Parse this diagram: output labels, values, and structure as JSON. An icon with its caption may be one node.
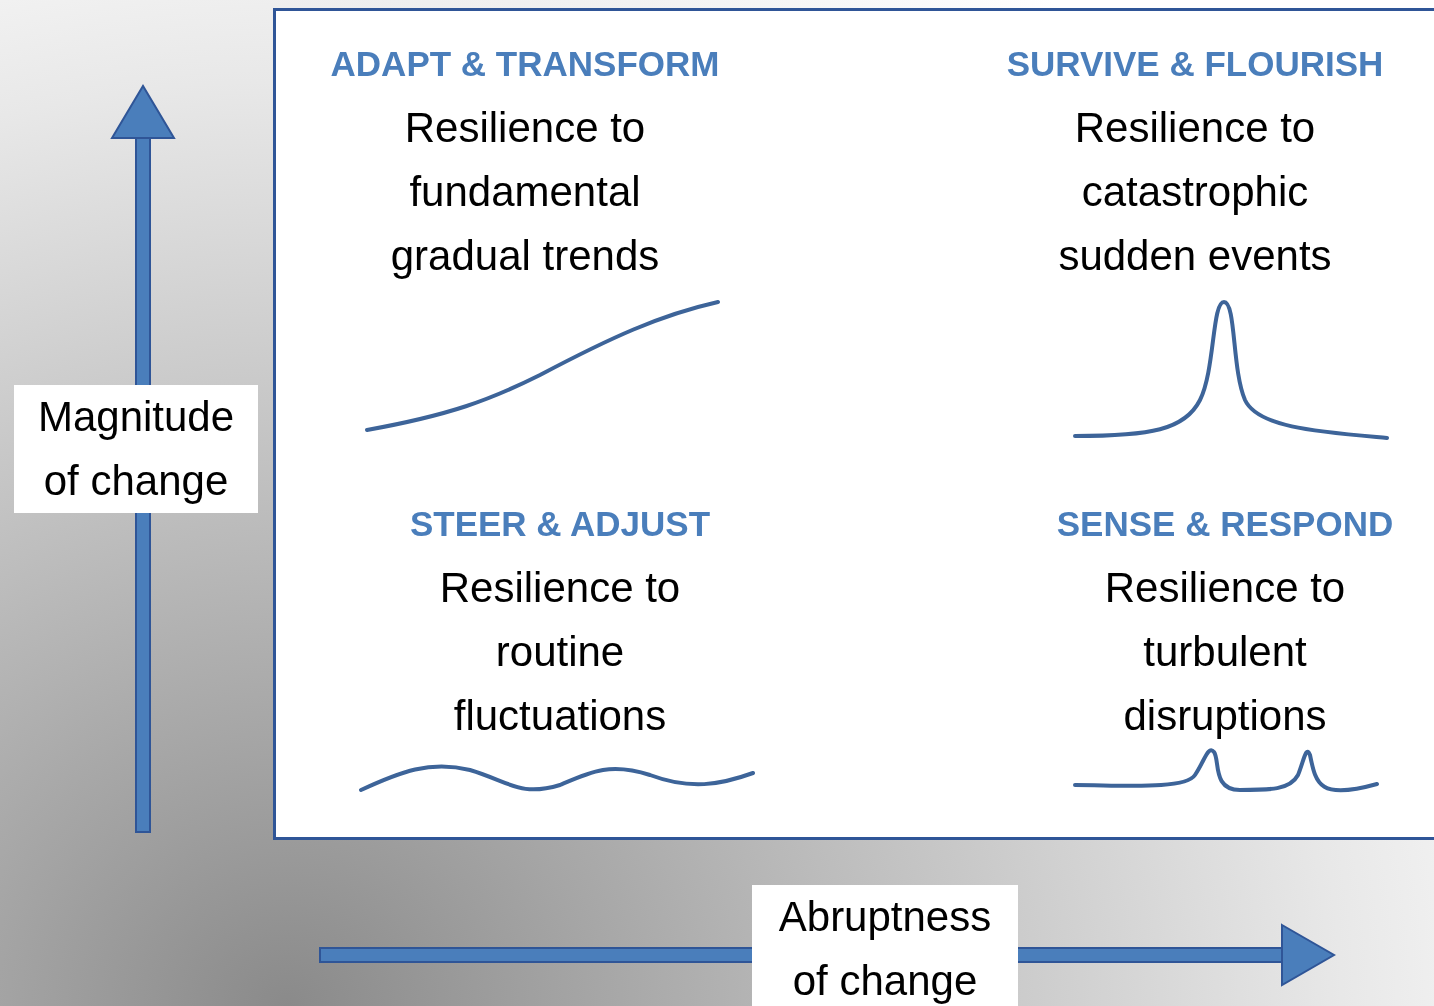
{
  "diagram": {
    "nodes": [
      {
        "text": [],
        "shape": "box"
      },
      {
        "text": [
          "ADAPT & TRANSFORM",
          "Resilience to fundamental gradual trends"
        ],
        "in": 0
      },
      {
        "text": [
          "SURVIVE & FLOURISH",
          "Resilience to catastrophic sudden events"
        ],
        "in": 0
      },
      {
        "text": [
          "STEER & ADJUST",
          "Resilience to routine fluctuations"
        ],
        "in": 0
      },
      {
        "text": [
          "SENSE & RESPOND",
          "Resilience to turbulent disruptions"
        ],
        "in": 0
      }
    ],
    "edges": [],
    "labels": [
      "Magnitude of change",
      "Abruptness of change"
    ]
  }
}
